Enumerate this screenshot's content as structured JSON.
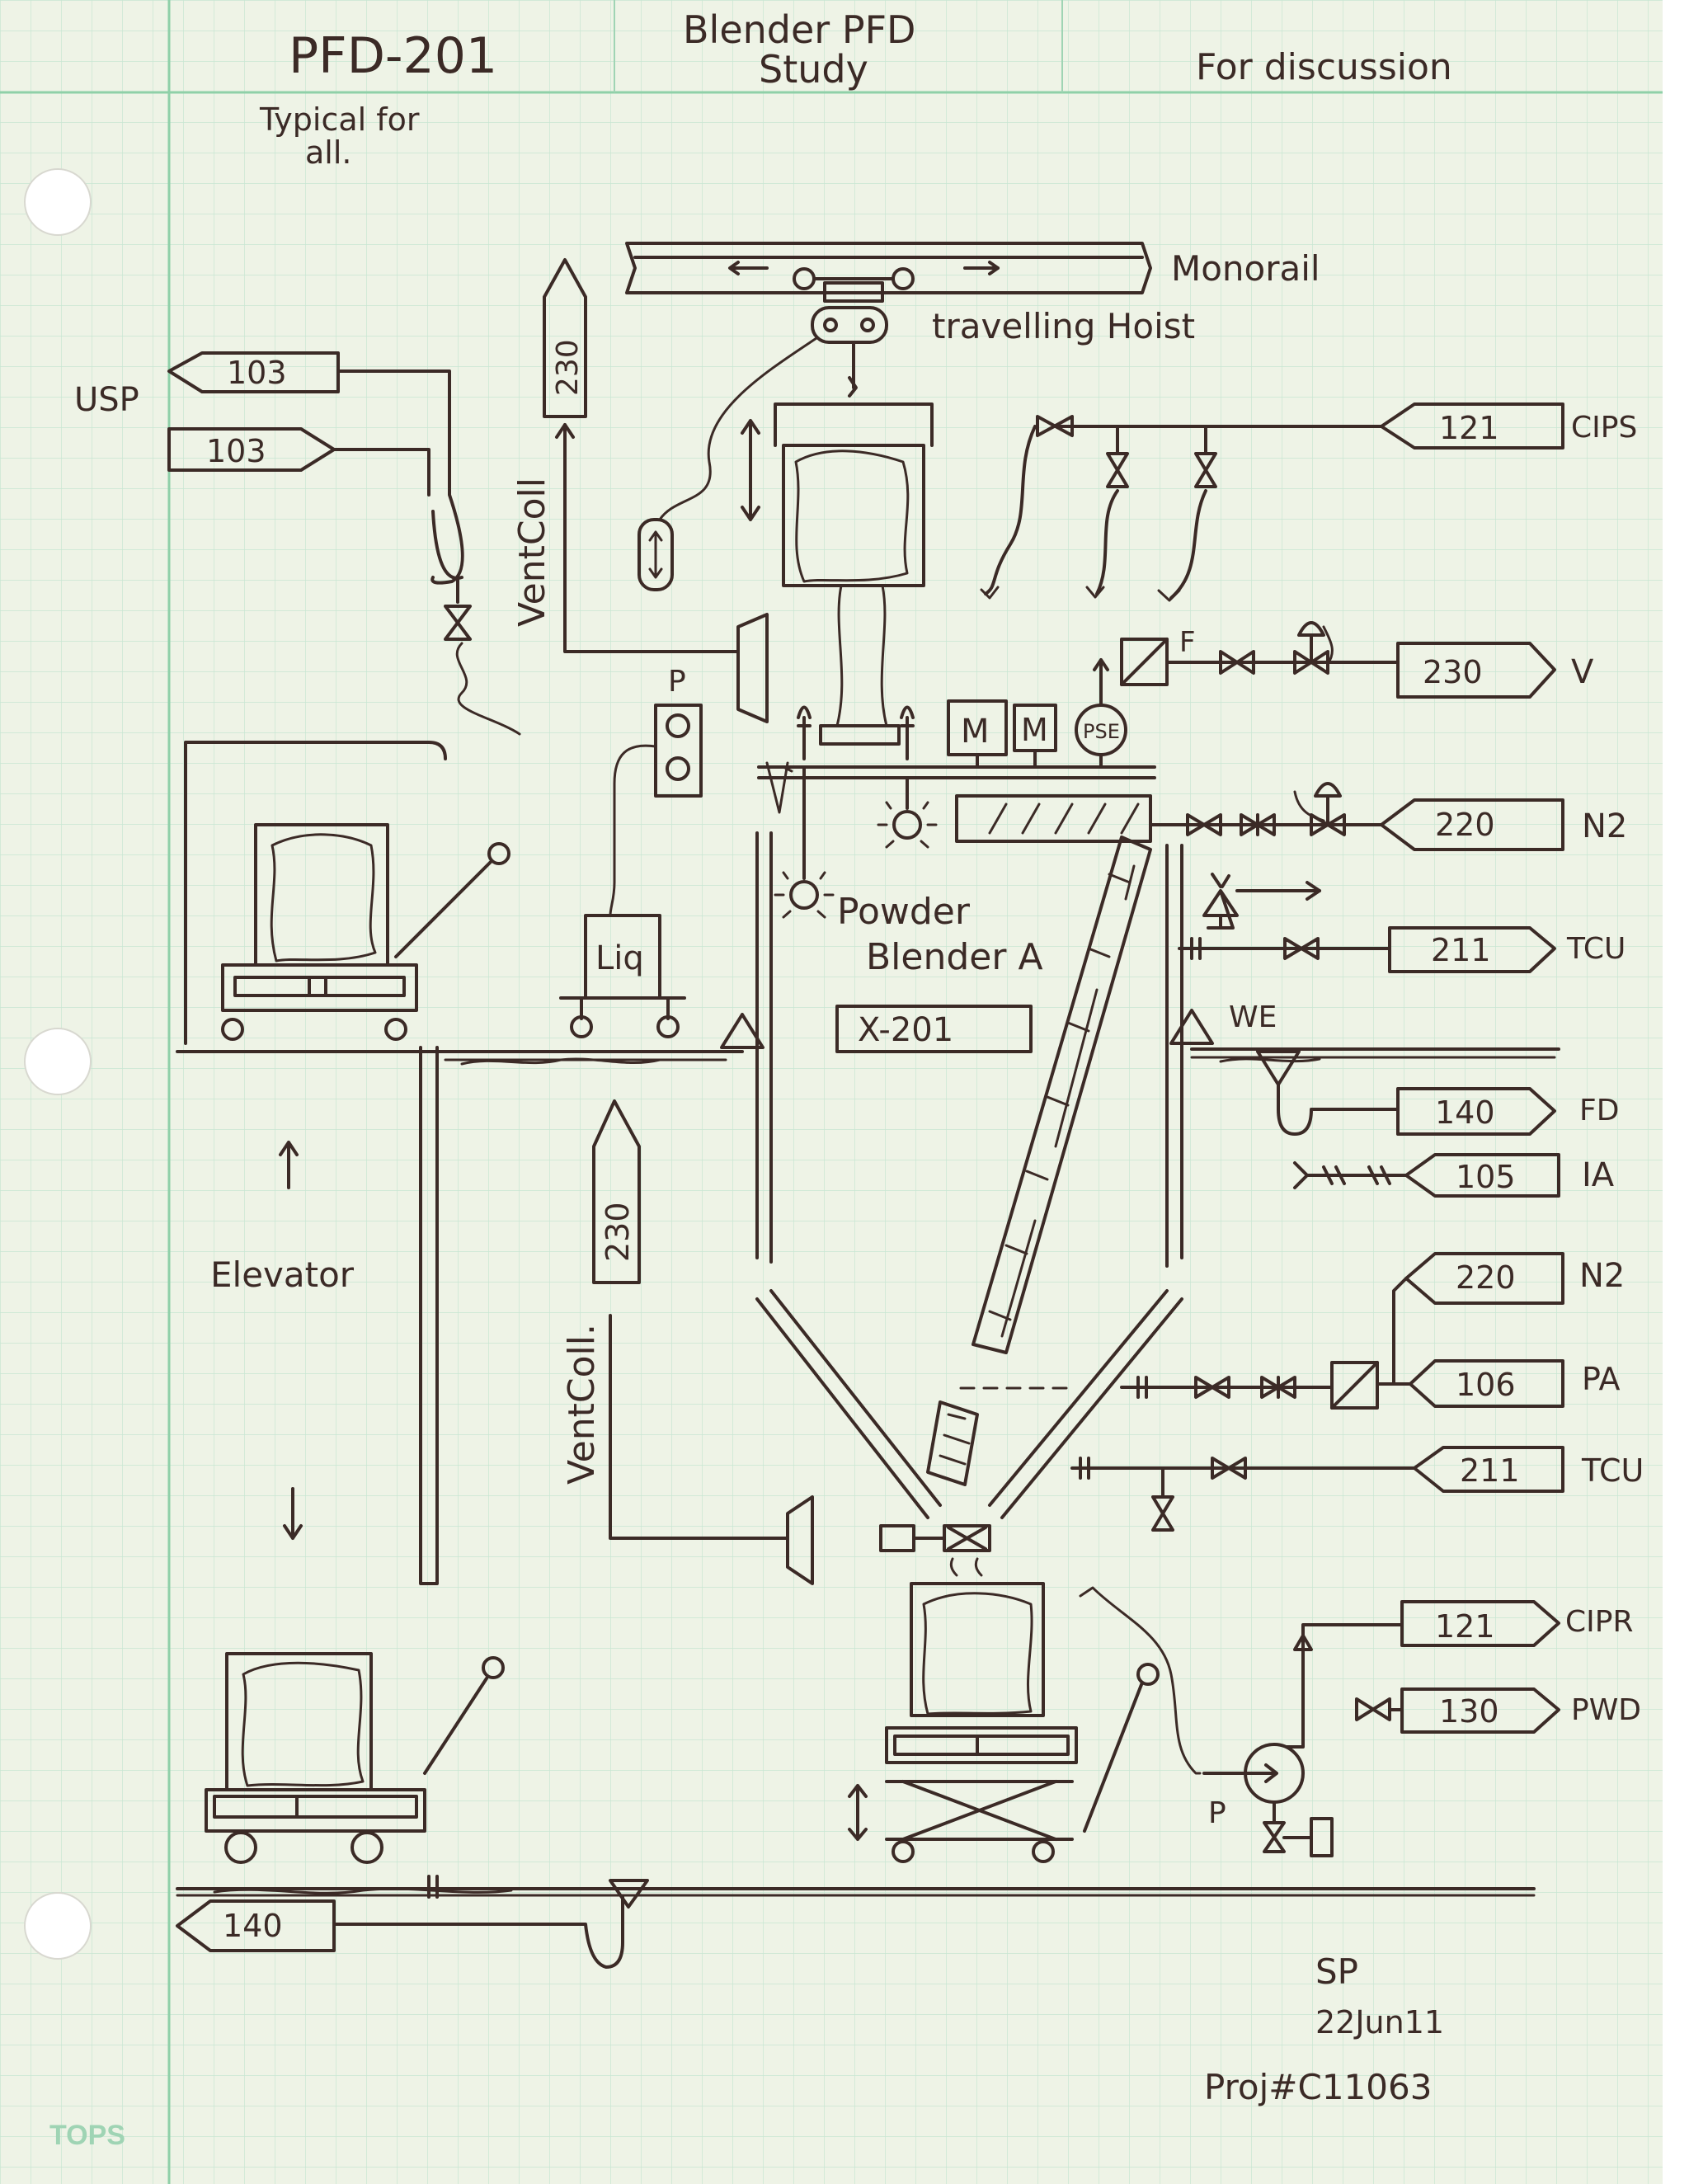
{
  "header": {
    "doc_number": "PFD-201",
    "title_line1": "Blender PFD",
    "title_line2": "Study",
    "status": "For discussion",
    "note_line1": "Typical for",
    "note_line2": "all."
  },
  "equipment": {
    "monorail": "Monorail",
    "hoist": "travelling Hoist",
    "blender_line1": "Powder",
    "blender_line2": "Blender A",
    "blender_tag": "X-201",
    "elevator": "Elevator",
    "liquid_cart": "Liq",
    "vent_collector": "VentColl",
    "vent_collector_lower": "VentColl.",
    "weigh_element": "WE",
    "pump_label_upper": "P",
    "pump_label_lower": "P",
    "flow_label": "F",
    "motor_1": "M",
    "motor_2": "M",
    "pse": "PSE"
  },
  "offpage_connectors": {
    "usp_in": "103",
    "usp_out": "103",
    "usp_service": "USP",
    "vent_upper": "230",
    "vent_lower": "230",
    "cips_ref": "121",
    "cips_service": "CIPS",
    "vacuum_ref": "230",
    "vacuum_service": "V",
    "n2_upper_ref": "220",
    "n2_upper_service": "N2",
    "tcu_upper_ref": "211",
    "tcu_upper_service": "TCU",
    "fd_ref": "140",
    "fd_service": "FD",
    "ia_ref": "105",
    "ia_service": "IA",
    "n2_lower_ref": "220",
    "n2_lower_service": "N2",
    "pa_ref": "106",
    "pa_service": "PA",
    "tcu_lower_ref": "211",
    "tcu_lower_service": "TCU",
    "cipr_ref": "121",
    "cipr_service": "CIPR",
    "pwd_ref": "130",
    "pwd_service": "PWD",
    "drain_ref": "140"
  },
  "signoff": {
    "initials": "SP",
    "date": "22Jun11",
    "project": "Proj#C11063"
  },
  "paper": {
    "brand": "TOPS",
    "grid_color": "#bfe3cf",
    "margin_color": "#9fd4b4",
    "ink_color": "#3b2a26",
    "background": "#f4f4f0"
  }
}
